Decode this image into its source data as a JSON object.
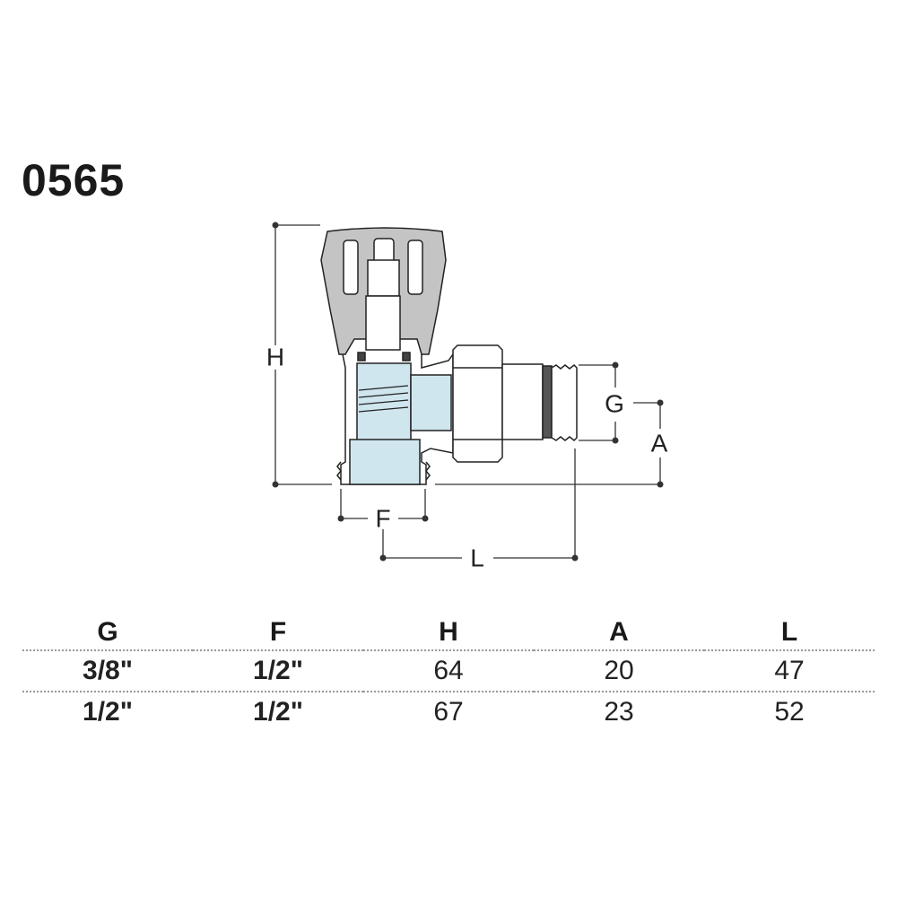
{
  "product_code": "0565",
  "dimension_labels": {
    "H": "H",
    "G": "G",
    "A": "A",
    "F": "F",
    "L": "L"
  },
  "table": {
    "headers": [
      "G",
      "F",
      "H",
      "A",
      "L"
    ],
    "rows": [
      [
        "3/8\"",
        "1/2\"",
        "64",
        "20",
        "47"
      ],
      [
        "1/2\"",
        "1/2\"",
        "67",
        "23",
        "52"
      ]
    ]
  },
  "colors": {
    "metal": "#ffffff",
    "handle": "#c4c4c4",
    "water": "#cfe6ef",
    "outline": "#222222"
  }
}
